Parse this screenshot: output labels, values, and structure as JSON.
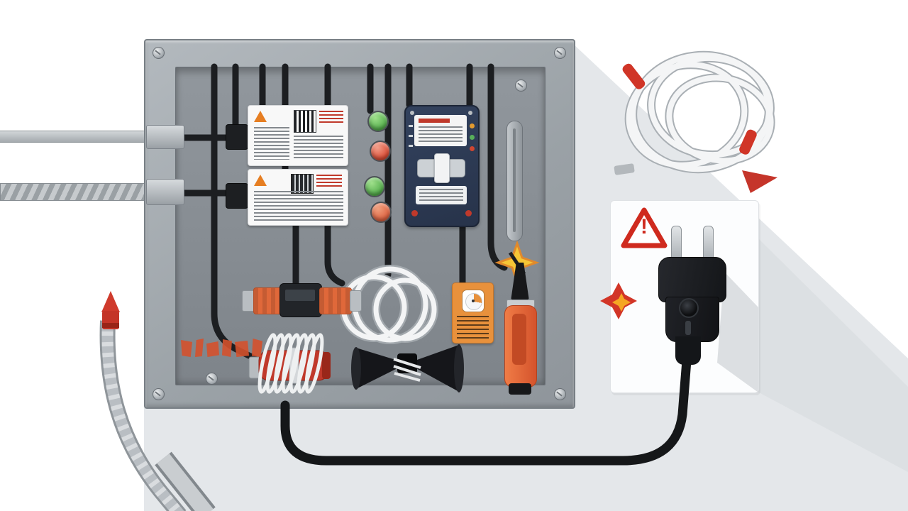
{
  "scene": {
    "description": "Flat illustration: gray electrical breaker panel with labeled breakers, indicator lights and tester device, connected by a black power cord to a wall outlet with a two-pin plug, warning triangle and sparks; coiled white cable at top right; gray wall wires at left",
    "background": "#ffffff",
    "shadow": "#e4e7ea"
  },
  "palette": {
    "panel_frame": "#a6acb1",
    "panel_interior": "#878d93",
    "wire_black": "#1c1e21",
    "cable_white": "#f4f5f6",
    "metal": "#c9cdd0",
    "red": "#d23527",
    "orange": "#e8703f",
    "green": "#5cb85c",
    "navy": "#2e3c55",
    "yellow": "#f6c636"
  },
  "panel": {
    "corner_screws": 4,
    "breaker_label_cards": [
      {
        "icon": "warning-triangle",
        "legible_text": false
      },
      {
        "icon": "warning-triangle",
        "legible_text": false
      }
    ],
    "indicator_lights": [
      "green",
      "red",
      "green",
      "orange"
    ],
    "tester_device": {
      "body_color": "#2e3c55",
      "led_colors": [
        "amber",
        "green",
        "red"
      ],
      "legible_text": false
    },
    "bottom_components": [
      "inline-cable-connector",
      "red-wire-spool",
      "loose-wire-coil",
      "black-cable-reel",
      "orange-rating-card",
      "voltage-tester"
    ],
    "spark_color": "#f6c636"
  },
  "outlet": {
    "warning_glyph": "!",
    "warning_color": "#cf2a1e",
    "plug": {
      "pins": 2,
      "color": "#17191d"
    },
    "spark_colors": [
      "#d23527",
      "#f5a623"
    ]
  },
  "coiled_cable": {
    "loops": 4,
    "tie_color": "#d03527",
    "arrow_color": "#c5352a"
  },
  "cords": {
    "power_cord_color": "#151719"
  }
}
